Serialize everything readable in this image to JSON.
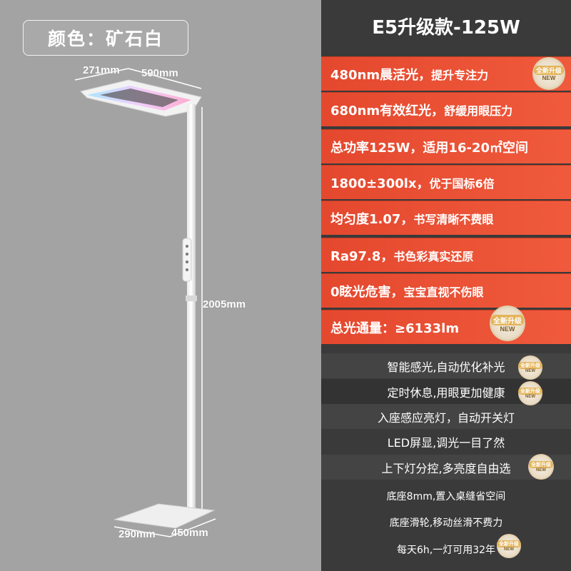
{
  "color_tag": "颜色：矿石白",
  "dimensions": {
    "head_depth": "271mm",
    "head_width": "590mm",
    "height": "2005mm",
    "base_depth": "290mm",
    "base_width": "450mm"
  },
  "panel": {
    "title": "E5升级款-125W",
    "specs": [
      {
        "main": "480nm晨活光，",
        "sub": "提升专注力",
        "badge": true
      },
      {
        "main": "680nm有效红光，",
        "sub": "舒缓用眼压力",
        "badge": false
      },
      {
        "main": "总功率125W，适用16-20㎡空间",
        "sub": "",
        "badge": false
      },
      {
        "main": "1800±300lx，",
        "sub": "优于国标6倍",
        "badge": false
      },
      {
        "main": "均匀度1.07，",
        "sub": "书写清晰不费眼",
        "badge": false
      },
      {
        "main": "Ra97.8，",
        "sub": "书色彩真实还原",
        "badge": false
      },
      {
        "main": "0眩光危害，",
        "sub": "宝宝直视不伤眼",
        "badge": false
      },
      {
        "main": "总光通量：≥6133lm",
        "sub": "",
        "badge": true
      }
    ],
    "features": [
      {
        "text": "智能感光,自动优化补光",
        "badge": true
      },
      {
        "text": "定时休息,用眼更加健康",
        "badge": true
      },
      {
        "text": "入座感应亮灯，自动开关灯",
        "badge": false
      },
      {
        "text": "LED屏显,调光一目了然",
        "badge": false
      },
      {
        "text": "上下灯分控,多亮度自由选",
        "badge": true
      },
      {
        "text": "底座8mm,置入桌缝省空间",
        "badge": false
      },
      {
        "text": "底座滑轮,移动丝滑不费力",
        "badge": false
      },
      {
        "text": "每天6h,一灯可用32年",
        "badge": true
      }
    ],
    "badge": {
      "top": "全新升级",
      "bottom": "NEW"
    }
  },
  "colors": {
    "background": "#a3a3a3",
    "panel": "#3a3a3a",
    "accent": "#e94e32"
  }
}
